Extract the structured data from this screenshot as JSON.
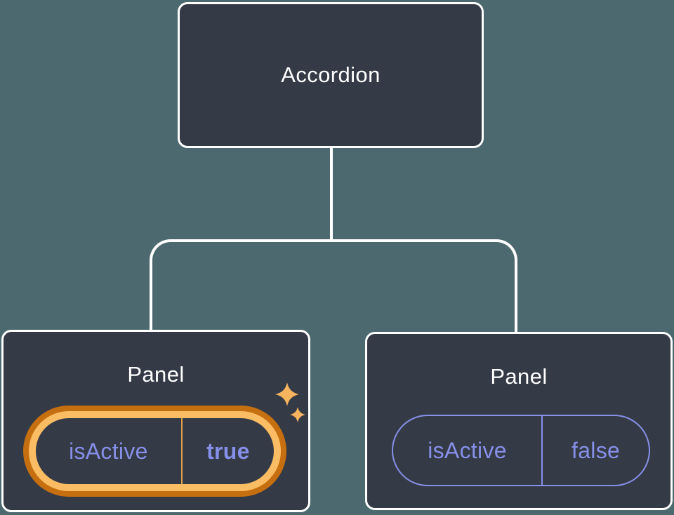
{
  "diagram": {
    "title": "component-tree-with-state",
    "root": {
      "label": "Accordion"
    },
    "children": [
      {
        "label": "Panel",
        "state": {
          "key": "isActive",
          "value": "true"
        },
        "highlighted": true,
        "sparkles": true
      },
      {
        "label": "Panel",
        "state": {
          "key": "isActive",
          "value": "false"
        },
        "highlighted": false,
        "sparkles": false
      }
    ]
  },
  "colors": {
    "background": "#4D6970",
    "node_fill": "#343A46",
    "node_border": "#FFFFFF",
    "connector": "#FFFFFF",
    "label_text": "#FFFFFF",
    "state_text": "#8790E8",
    "state_border": "#8790E8",
    "highlight_ring_outer": "#C66F10",
    "highlight_ring_inner": "#FBBD64",
    "highlight_divider": "#DFA04E",
    "sparkle": "#F6B45E"
  }
}
